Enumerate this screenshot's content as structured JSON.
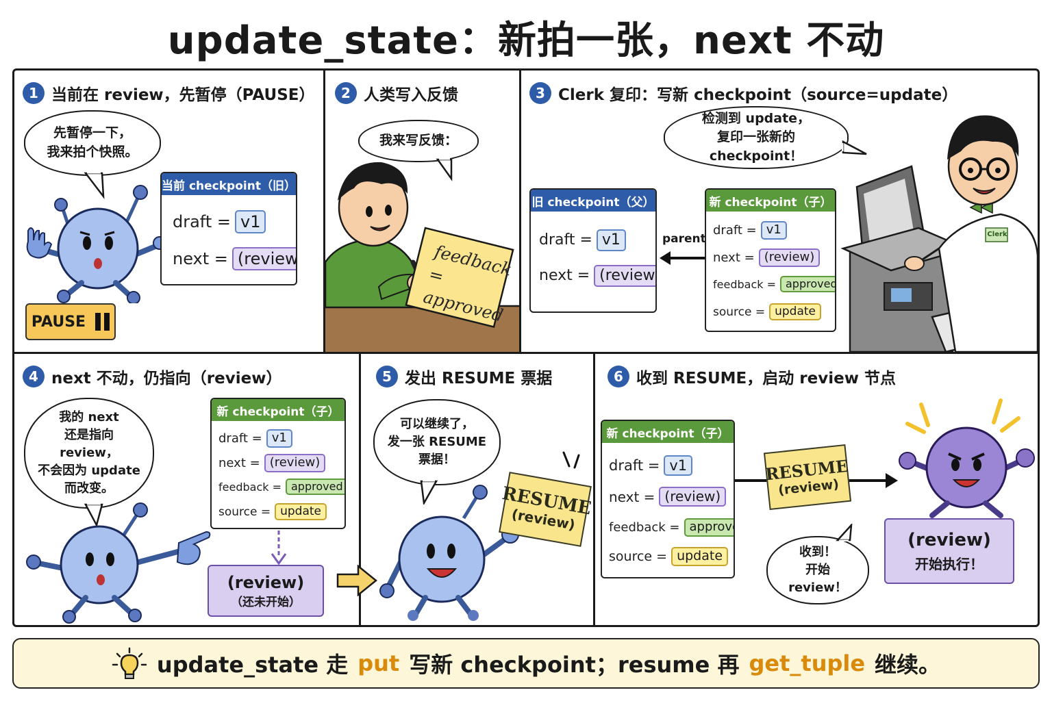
{
  "title": "update_state：新拍一张，next 不动",
  "panels": [
    {
      "num": "1",
      "title": "当前在 review，先暂停（PAUSE）",
      "bubble": [
        "先暂停一下，",
        "我来拍个快照。"
      ],
      "card": {
        "title": "当前 checkpoint（旧）",
        "draft_key": "draft =",
        "draft_val": "v1",
        "next_key": "next =",
        "next_val": "(review)"
      },
      "pause_label": "PAUSE"
    },
    {
      "num": "2",
      "title": "人类写入反馈",
      "bubble": [
        "我来写反馈："
      ],
      "paper_lines": [
        "feedback",
        "= approved"
      ]
    },
    {
      "num": "3",
      "title": "Clerk 复印：写新 checkpoint（source=update）",
      "bubble": [
        "检测到 update，",
        "复印一张新的 checkpoint！"
      ],
      "old_card": {
        "title": "旧 checkpoint（父）",
        "draft_key": "draft =",
        "draft_val": "v1",
        "next_key": "next =",
        "next_val": "(review)"
      },
      "parent_label": "parent",
      "new_card": {
        "title": "新 checkpoint（子）",
        "draft_key": "draft =",
        "draft_val": "v1",
        "next_key": "next =",
        "next_val": "(review)",
        "feedback_key": "feedback =",
        "feedback_val": "approved",
        "source_key": "source =",
        "source_val": "update"
      },
      "badge": "Clerk"
    },
    {
      "num": "4",
      "title": "next 不动，仍指向（review）",
      "bubble": [
        "我的 next",
        "还是指向 review，",
        "不会因为 update",
        "而改变。"
      ],
      "card": {
        "title": "新 checkpoint（子）",
        "draft_key": "draft =",
        "draft_val": "v1",
        "next_key": "next =",
        "next_val": "(review)",
        "feedback_key": "feedback =",
        "feedback_val": "approved",
        "source_key": "source =",
        "source_val": "update"
      },
      "node_main": "(review)",
      "node_sub": "（还未开始）"
    },
    {
      "num": "5",
      "title": "发出 RESUME 票据",
      "bubble": [
        "可以继续了，",
        "发一张 RESUME",
        "票据！"
      ],
      "ticket_main": "RESUME",
      "ticket_sub": "(review)"
    },
    {
      "num": "6",
      "title": "收到 RESUME，启动 review 节点",
      "card": {
        "title": "新 checkpoint（子）",
        "draft_key": "draft =",
        "draft_val": "v1",
        "next_key": "next =",
        "next_val": "(review)",
        "feedback_key": "feedback =",
        "feedback_val": "approved",
        "source_key": "source =",
        "source_val": "update"
      },
      "ticket_main": "RESUME",
      "ticket_sub": "(review)",
      "bubble": [
        "收到！",
        "开始 review！"
      ],
      "node_main": "(review)",
      "node_sub": "开始执行！"
    }
  ],
  "footer": {
    "part1": "update_state 走",
    "hl1": "put",
    "part2": "写新 checkpoint；resume 再",
    "hl2": "get_tuple",
    "part3": "继续。"
  },
  "colors": {
    "blue": "#2e5ca8",
    "green": "#5b9a3c",
    "purple": "#e4dcf5",
    "yellow": "#f8e58c",
    "accent": "#d98a0a"
  },
  "icons": [
    "lightbulb-icon",
    "pause-icon",
    "pointing-hand-icon",
    "arrow-right-icon"
  ]
}
